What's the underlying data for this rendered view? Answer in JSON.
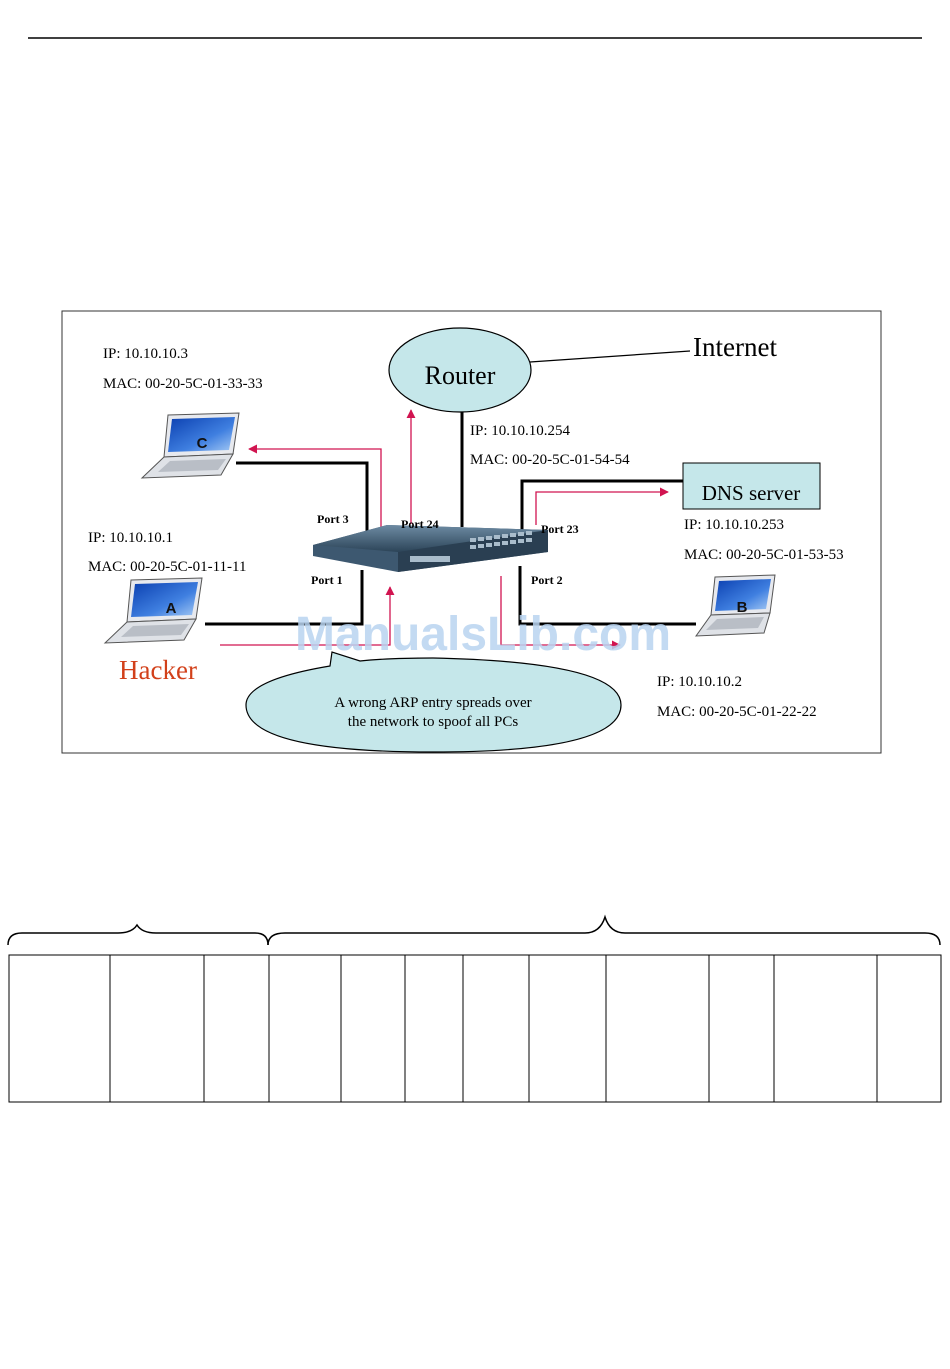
{
  "diagram": {
    "internet": "Internet",
    "router": "Router",
    "dns_server": "DNS server",
    "hacker": "Hacker",
    "pc_c": {
      "letter": "C",
      "ip": "IP: 10.10.10.3",
      "mac": "MAC: 00-20-5C-01-33-33"
    },
    "pc_a": {
      "letter": "A",
      "ip": "IP: 10.10.10.1",
      "mac": "MAC: 00-20-5C-01-11-11"
    },
    "pc_b": {
      "letter": "B",
      "ip": "IP: 10.10.10.2",
      "mac": "MAC: 00-20-5C-01-22-22"
    },
    "router_info": {
      "ip": "IP: 10.10.10.254",
      "mac": "MAC: 00-20-5C-01-54-54"
    },
    "dns_info": {
      "ip": "IP: 10.10.10.253",
      "mac": "MAC: 00-20-5C-01-53-53"
    },
    "ports": {
      "p1": "Port 1",
      "p2": "Port 2",
      "p3": "Port 3",
      "p23": "Port 23",
      "p24": "Port 24"
    },
    "callout": {
      "line1": "A wrong ARP entry spreads over",
      "line2": "the network to spoof all PCs"
    },
    "watermark": "ManualsLib.com"
  },
  "colors": {
    "link": "#000000",
    "arrow": "#d11450",
    "ellipse_fill": "#c5e7ea",
    "dns_fill": "#c5e7ea",
    "hacker_text": "#d2401a",
    "watermark": "#b9d3f0"
  }
}
